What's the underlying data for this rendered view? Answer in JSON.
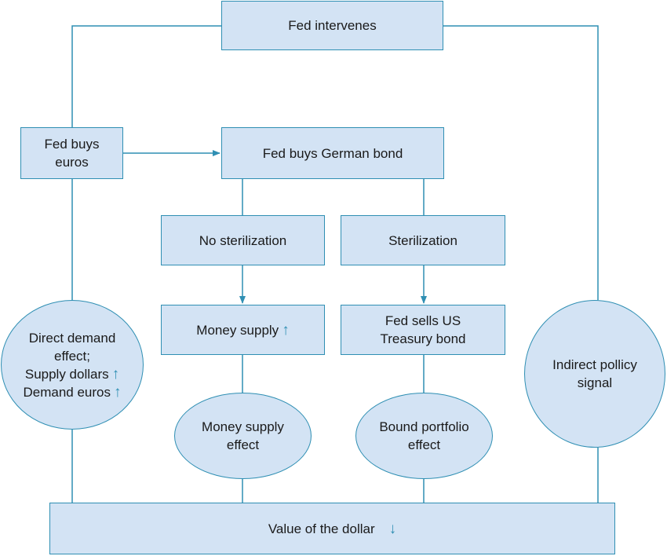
{
  "colors": {
    "fill": "#d3e3f4",
    "stroke": "#2f8fb3"
  },
  "nodes": {
    "fed_intervenes": {
      "label": "Fed intervenes"
    },
    "fed_buys_euros": {
      "line1": "Fed buys",
      "line2": "euros"
    },
    "fed_buys_german_bond": {
      "label": "Fed buys German bond"
    },
    "no_sterilization": {
      "label": "No sterilization"
    },
    "sterilization": {
      "label": "Sterilization"
    },
    "money_supply": {
      "label": "Money supply",
      "arrow_icon": "up-arrow-icon"
    },
    "fed_sells_us": {
      "line1": "Fed sells US",
      "line2": "Treasury bond"
    },
    "direct_demand": {
      "line1": "Direct demand",
      "line2": "effect;",
      "line3": "Supply dollars",
      "line4": "Demand euros"
    },
    "money_supply_effect": {
      "line1": "Money supply",
      "line2": "effect"
    },
    "bound_portfolio_effect": {
      "line1": "Bound portfolio",
      "line2": "effect"
    },
    "indirect_policy_signal": {
      "line1": "Indirect pollicy",
      "line2": "signal"
    },
    "value_of_dollar": {
      "label": "Value of the dollar",
      "arrow_icon": "down-arrow-icon"
    }
  }
}
